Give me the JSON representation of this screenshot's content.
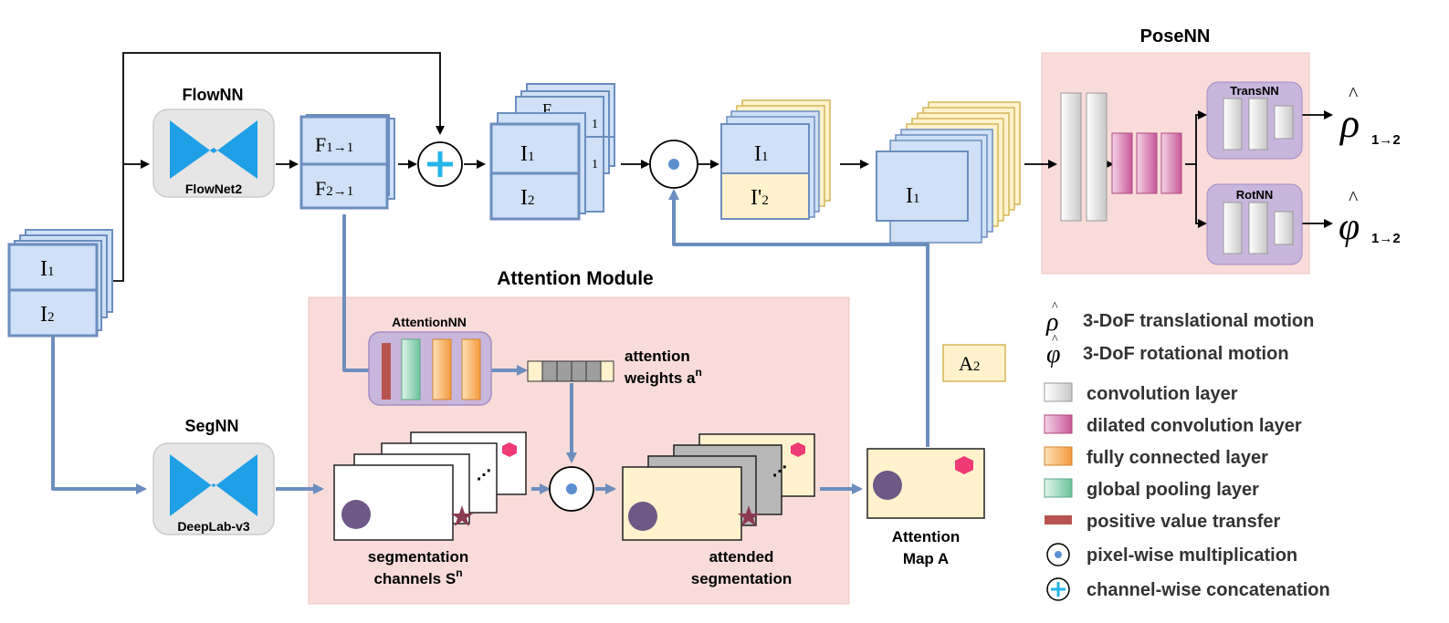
{
  "colors": {
    "blue_fill": "#cfe0f7",
    "blue_stroke": "#6c8ebf",
    "yellow_fill": "#fff2cc",
    "pink_panel": "#f9dcd9",
    "purple_box": "#c9b6dd",
    "gray_box": "#e6e6e6",
    "bowtie_blue": "#1e9fe6",
    "bar_dark_red": "#b85450",
    "bar_green": "#9fd8c0",
    "bar_orange": "#f7b36b",
    "bar_magenta": "#d78cbc",
    "bar_gray": "#dcdcdc",
    "hexagon_pink": "#ee3b76",
    "star_maroon": "#8b3a52",
    "circle_purple": "#6e5886",
    "plus_cyan": "#24b5e8"
  },
  "inputs": {
    "i1": "I",
    "i1_sub": "1",
    "i2": "I",
    "i2_sub": "2"
  },
  "flownn": {
    "title": "FlowNN",
    "network": "FlowNet2"
  },
  "flow": {
    "f11": "F",
    "f11_sub": "1→1",
    "f21": "F",
    "f21_sub": "2→1"
  },
  "stack2": {
    "i1": "I",
    "i1_sub": "1",
    "i2": "I",
    "i2_sub": "2",
    "back_top": "F",
    "back_sub1": "1",
    "back_sub2": "1"
  },
  "stack3": {
    "i1": "I",
    "i1_sub": "1",
    "i2": "I'",
    "i2_sub": "2"
  },
  "stack4": {
    "i1": "I",
    "i1_sub": "1"
  },
  "posenn": {
    "title": "PoseNN",
    "trans": "TransNN",
    "rot": "RotNN"
  },
  "outputs": {
    "rho": "ρ",
    "phi": "φ",
    "hat": "^",
    "sub": "1→2"
  },
  "segnn": {
    "title": "SegNN",
    "network": "DeepLab-v3"
  },
  "attention": {
    "title": "Attention Module",
    "nn_label": "AttentionNN",
    "weights_line1": "attention",
    "weights_line2": "weights a",
    "weights_sup": "n",
    "seg_line1": "segmentation",
    "seg_line2": "channels S",
    "seg_sup": "n",
    "att_seg_line1": "attended",
    "att_seg_line2": "segmentation",
    "map_line1": "Attention",
    "map_line2": "Map A",
    "a2": "A",
    "a2_sub": "2"
  },
  "legend": [
    {
      "label": "3-DoF translational motion",
      "icon": "rho-hat-icon"
    },
    {
      "label": "3-DoF rotational motion",
      "icon": "phi-hat-icon"
    },
    {
      "label": "convolution layer",
      "icon": "convolution-layer-icon"
    },
    {
      "label": "dilated convolution layer",
      "icon": "dilated-convolution-icon"
    },
    {
      "label": "fully connected layer",
      "icon": "fully-connected-icon"
    },
    {
      "label": "global pooling layer",
      "icon": "global-pooling-icon"
    },
    {
      "label": "positive value transfer",
      "icon": "positive-value-transfer-icon"
    },
    {
      "label": "pixel-wise multiplication",
      "icon": "pixel-wise-multiplication-icon"
    },
    {
      "label": "channel-wise concatenation",
      "icon": "channel-wise-concatenation-icon"
    }
  ]
}
